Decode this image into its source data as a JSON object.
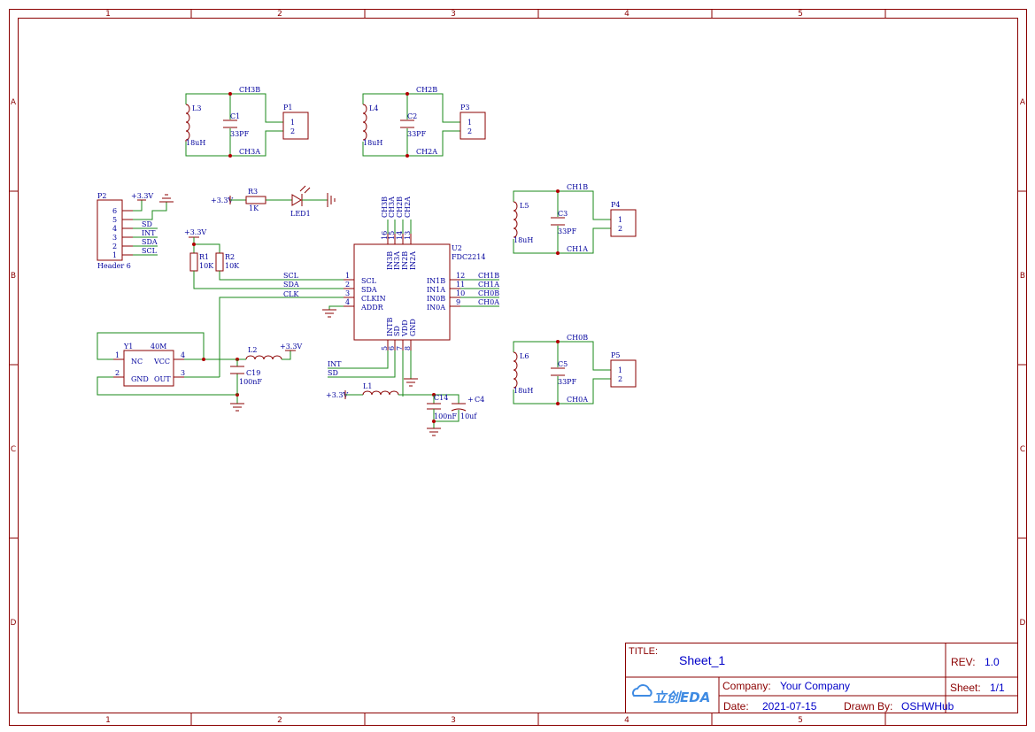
{
  "frame": {
    "columns": [
      "1",
      "2",
      "3",
      "4",
      "5"
    ],
    "rows": [
      "A",
      "B",
      "C",
      "D"
    ]
  },
  "title_block": {
    "title_label": "TITLE:",
    "title": "Sheet_1",
    "rev_label": "REV:",
    "rev": "1.0",
    "company_label": "Company:",
    "company": "Your Company",
    "sheet_label": "Sheet:",
    "sheet": "1/1",
    "date_label": "Date:",
    "date": "2021-07-15",
    "drawn_label": "Drawn By:",
    "drawn_by": "OSHWHub",
    "logo_text": "立创EDA"
  },
  "tanks": [
    {
      "inductor": "L3",
      "inductor_value": "18uH",
      "cap": "C1",
      "cap_value": "33PF",
      "net_top": "CH3B",
      "net_bottom": "CH3A",
      "connector": "P1",
      "pins": [
        "1",
        "2"
      ]
    },
    {
      "inductor": "L4",
      "inductor_value": "18uH",
      "cap": "C2",
      "cap_value": "33PF",
      "net_top": "CH2B",
      "net_bottom": "CH2A",
      "connector": "P3",
      "pins": [
        "1",
        "2"
      ]
    },
    {
      "inductor": "L5",
      "inductor_value": "18uH",
      "cap": "C3",
      "cap_value": "33PF",
      "net_top": "CH1B",
      "net_bottom": "CH1A",
      "connector": "P4",
      "pins": [
        "1",
        "2"
      ]
    },
    {
      "inductor": "L6",
      "inductor_value": "18uH",
      "cap": "C5",
      "cap_value": "33PF",
      "net_top": "CH0B",
      "net_bottom": "CH0A",
      "connector": "P5",
      "pins": [
        "1",
        "2"
      ]
    }
  ],
  "header": {
    "ref": "P2",
    "name": "Header 6",
    "power": "+3.3V",
    "pins": [
      "6",
      "5",
      "4",
      "3",
      "2",
      "1"
    ],
    "nets": [
      "SD",
      "INT",
      "SDA",
      "SCL"
    ]
  },
  "led_circuit": {
    "power": "+3.3V",
    "resistor": "R3",
    "resistor_value": "1K",
    "led": "LED1"
  },
  "pullups": {
    "power": "+3.3V",
    "r1": "R1",
    "r1_value": "10K",
    "r2": "R2",
    "r2_value": "10K",
    "nets": [
      "SCL",
      "SDA",
      "CLK"
    ]
  },
  "ic": {
    "ref": "U2",
    "part": "FDC2214",
    "top_pins": [
      {
        "num": "16",
        "name": "IN3B",
        "net": "CH3B"
      },
      {
        "num": "15",
        "name": "IN3A",
        "net": "CH3A"
      },
      {
        "num": "14",
        "name": "IN2B",
        "net": "CH2B"
      },
      {
        "num": "13",
        "name": "IN2A",
        "net": "CH2A"
      }
    ],
    "left_pins": [
      {
        "num": "1",
        "name": "SCL"
      },
      {
        "num": "2",
        "name": "SDA"
      },
      {
        "num": "3",
        "name": "CLKIN"
      },
      {
        "num": "4",
        "name": "ADDR"
      }
    ],
    "right_pins": [
      {
        "num": "12",
        "name": "IN1B",
        "net": "CH1B"
      },
      {
        "num": "11",
        "name": "IN1A",
        "net": "CH1A"
      },
      {
        "num": "10",
        "name": "IN0B",
        "net": "CH0B"
      },
      {
        "num": "9",
        "name": "IN0A",
        "net": "CH0A"
      }
    ],
    "bottom_pins": [
      {
        "num": "5",
        "name": "INTB"
      },
      {
        "num": "6",
        "name": "SD"
      },
      {
        "num": "7",
        "name": "VDD"
      },
      {
        "num": "8",
        "name": "GND"
      }
    ],
    "bottom_nets": [
      "INT",
      "SD"
    ]
  },
  "oscillator": {
    "ref": "Y1",
    "value": "40M",
    "pins": [
      {
        "num": "1",
        "name": "NC"
      },
      {
        "num": "2",
        "name": "GND"
      },
      {
        "num": "3",
        "name": "OUT"
      },
      {
        "num": "4",
        "name": "VCC"
      }
    ],
    "inductor": "L2",
    "power": "+3.3V",
    "cap": "C19",
    "cap_value": "100nF"
  },
  "supply": {
    "power": "+3.3V",
    "inductor": "L1",
    "cap1": "C14",
    "cap1_value": "100nF",
    "cap2": "C4",
    "cap2_value": "10uf",
    "cap2_polarity": "+"
  }
}
